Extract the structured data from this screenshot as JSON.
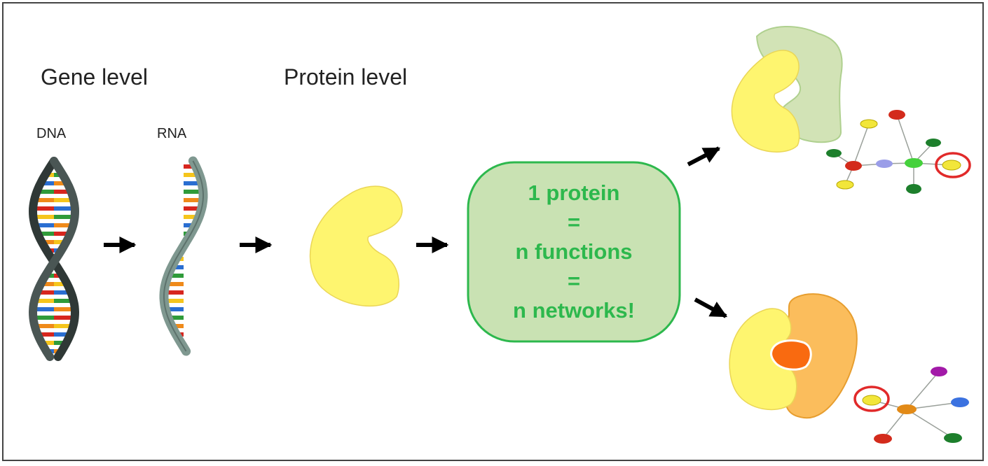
{
  "labels": {
    "gene_level": "Gene level",
    "protein_level": "Protein level",
    "dna": "DNA",
    "rna": "RNA"
  },
  "center_box": {
    "lines": [
      "1 protein",
      "=",
      "n functions",
      "=",
      "n networks!"
    ]
  },
  "colors": {
    "protein_yellow": "#fef56f",
    "partner_green": "#cfe1b0",
    "partner_orange": "#fbbd5c",
    "ligand_orange": "#f96a10",
    "box_fill": "#c9e2b3",
    "box_border": "#2db84d",
    "text_green": "#2db84d",
    "highlight_ring": "#e12a2a",
    "dna_backbone": "#3f4a48",
    "rna_backbone": "#7f9890"
  }
}
